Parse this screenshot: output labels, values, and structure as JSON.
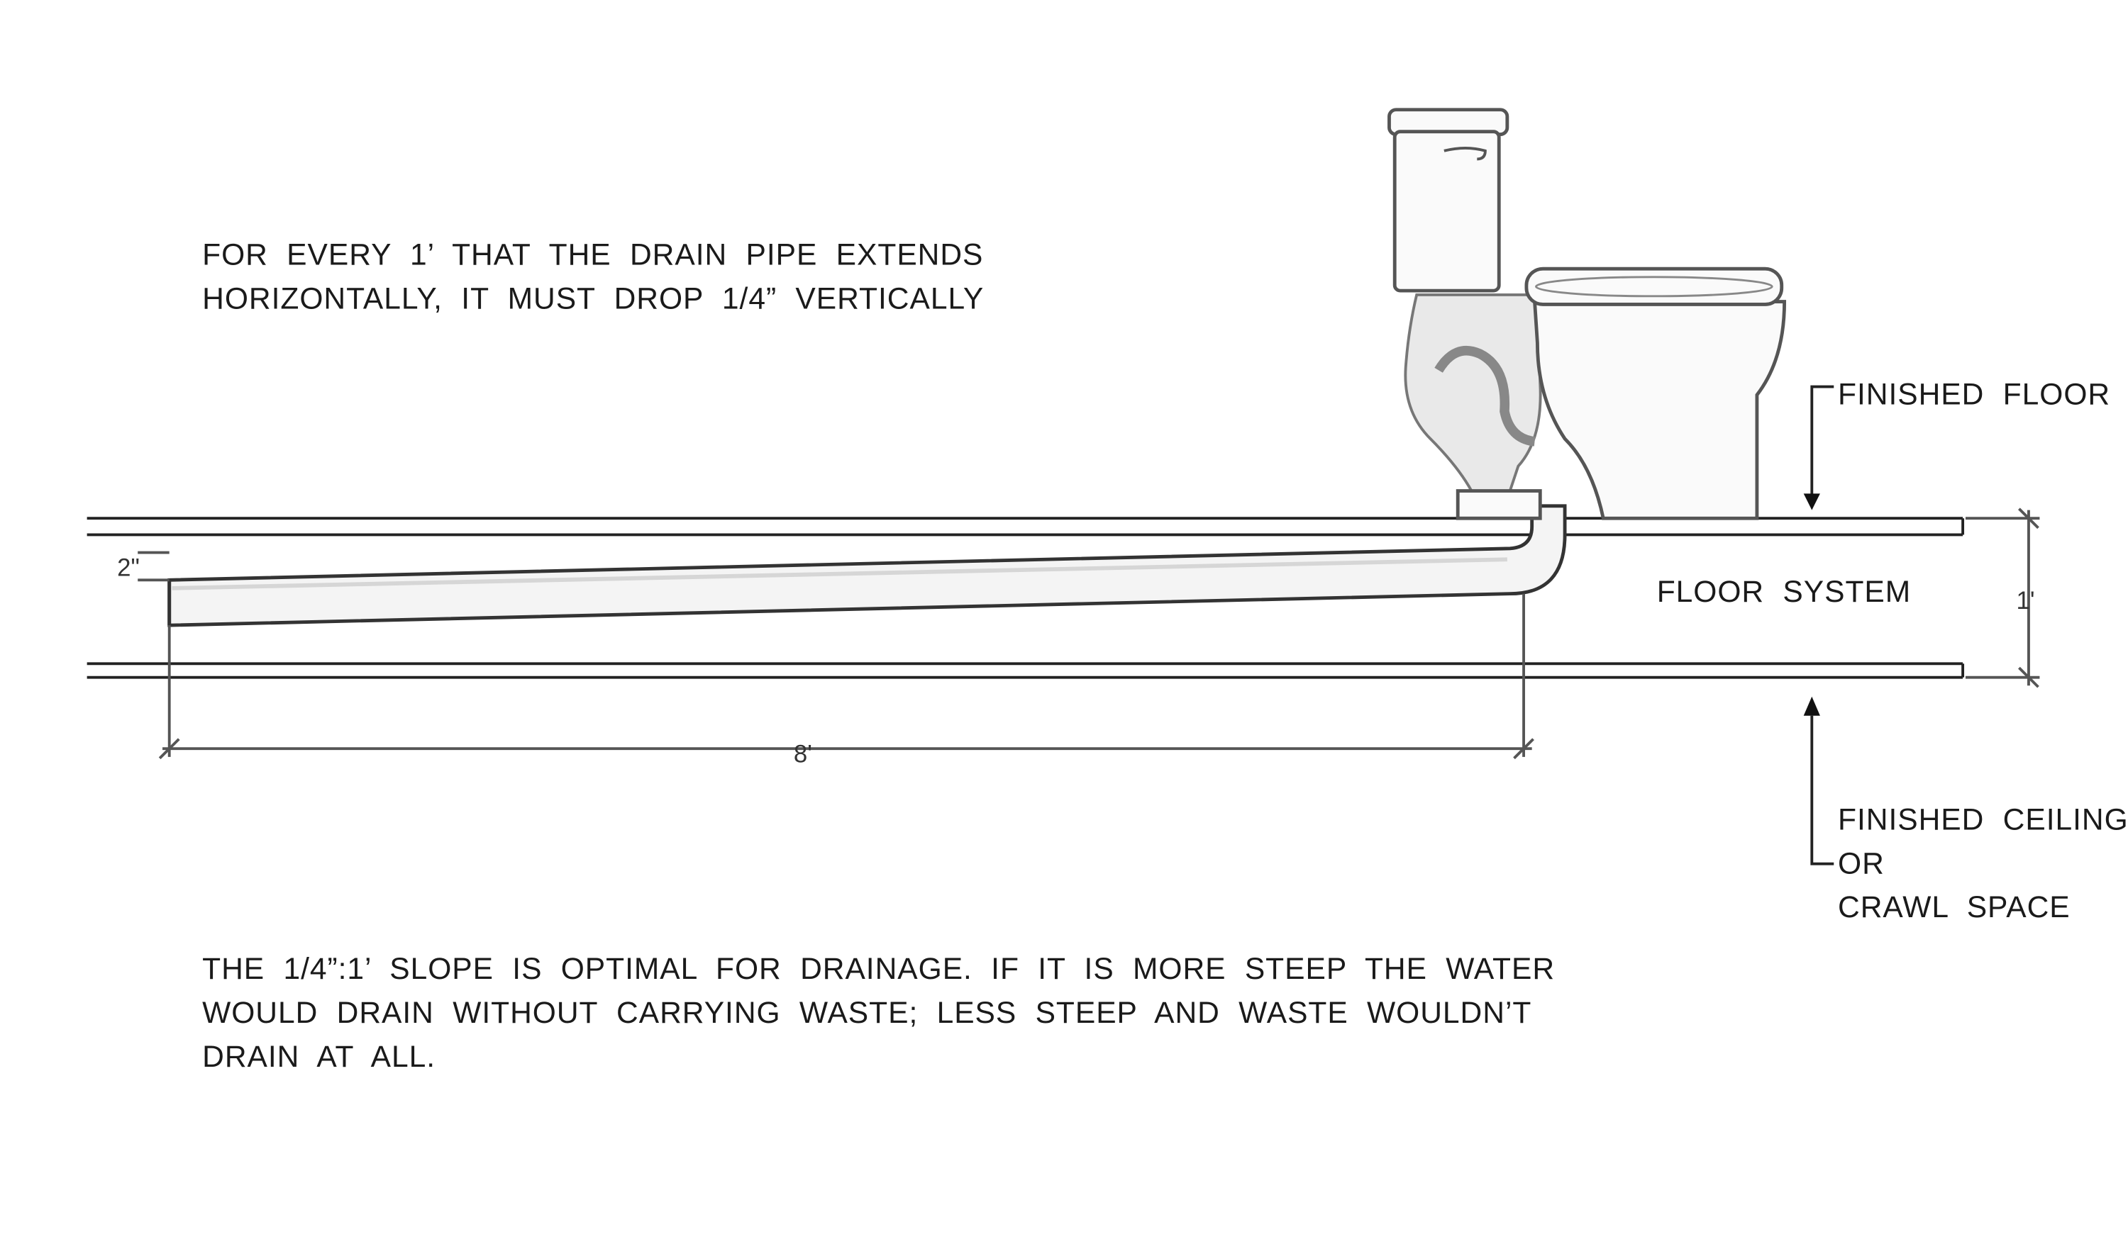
{
  "notes": {
    "slope_rule": [
      "FOR EVERY 1’ THAT THE DRAIN PIPE EXTENDS",
      "HORIZONTALLY, IT MUST DROP 1/4” VERTICALLY"
    ],
    "slope_reason": [
      "THE 1/4”:1’ SLOPE IS OPTIMAL FOR DRAINAGE. IF IT IS MORE STEEP THE WATER",
      "WOULD DRAIN WITHOUT CARRYING WASTE; LESS STEEP AND WASTE WOULDN’T",
      "DRAIN AT ALL."
    ]
  },
  "labels": {
    "finished_floor": "FINISHED FLOOR",
    "floor_system": "FLOOR SYSTEM",
    "finished_ceiling": [
      "FINISHED CEILING",
      "OR",
      "CRAWL SPACE"
    ]
  },
  "dimensions": {
    "drop": "2\"",
    "run": "8'",
    "floor_depth": "1'"
  },
  "icons": {
    "fixture": "toilet-illustration",
    "arrows": "arrow-icon"
  }
}
